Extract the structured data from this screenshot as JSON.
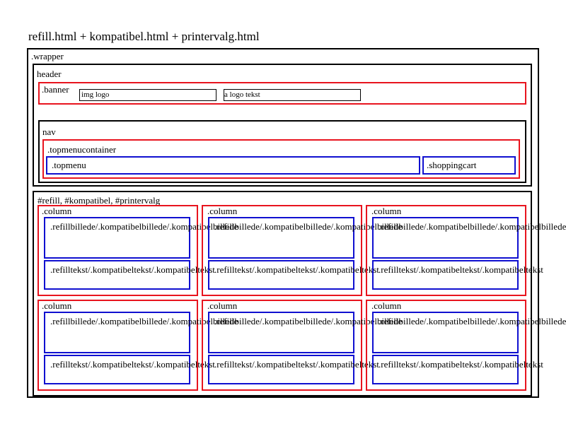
{
  "title": "refill.html + kompatibel.html + printervalg.html",
  "wrapper": {
    "label": ".wrapper"
  },
  "header": {
    "label": "header",
    "banner": {
      "label": ".banner",
      "img_logo": "img logo",
      "a_logo_tekst": "a logo tekst"
    }
  },
  "nav": {
    "label": "nav",
    "topmenucontainer": {
      "label": ".topmenucontainer",
      "topmenu": ".topmenu",
      "shoppingcart": ".shoppingcart"
    }
  },
  "main": {
    "label": "#refill, #kompatibel, #printervalg",
    "column_label": ".column",
    "billede_text": ".refillbillede/.kompatibelbillede/.kompatibelbillede",
    "tekst_text": ".refilltekst/.kompatibeltekst/.kompatibeltekst"
  }
}
